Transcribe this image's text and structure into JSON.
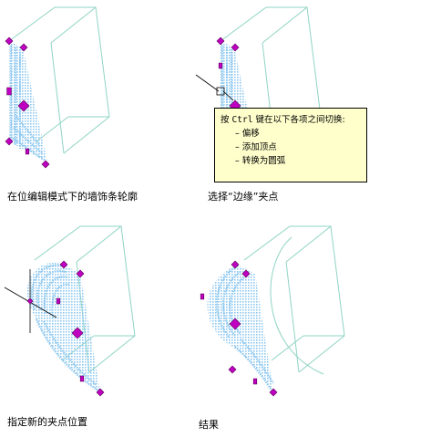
{
  "captions": {
    "step1": "在位编辑模式下的墙饰条轮廓",
    "step2": "选择“边缘”夹点",
    "step3": "指定新的夹点位置",
    "step4": "结果"
  },
  "tooltip": {
    "prefix": "按",
    "key": "Ctrl",
    "suffix": "键在以下各项之间切换:",
    "options": [
      "– 偏移",
      "– 添加顶点",
      "– 转换为圆弧"
    ]
  },
  "colors": {
    "wireframe": "#8fd4c4",
    "profile": "#8ec8ef",
    "grip": "#c000c0",
    "grip_outline": "#5a005a",
    "tooltip_bg": "#ffffcc"
  }
}
